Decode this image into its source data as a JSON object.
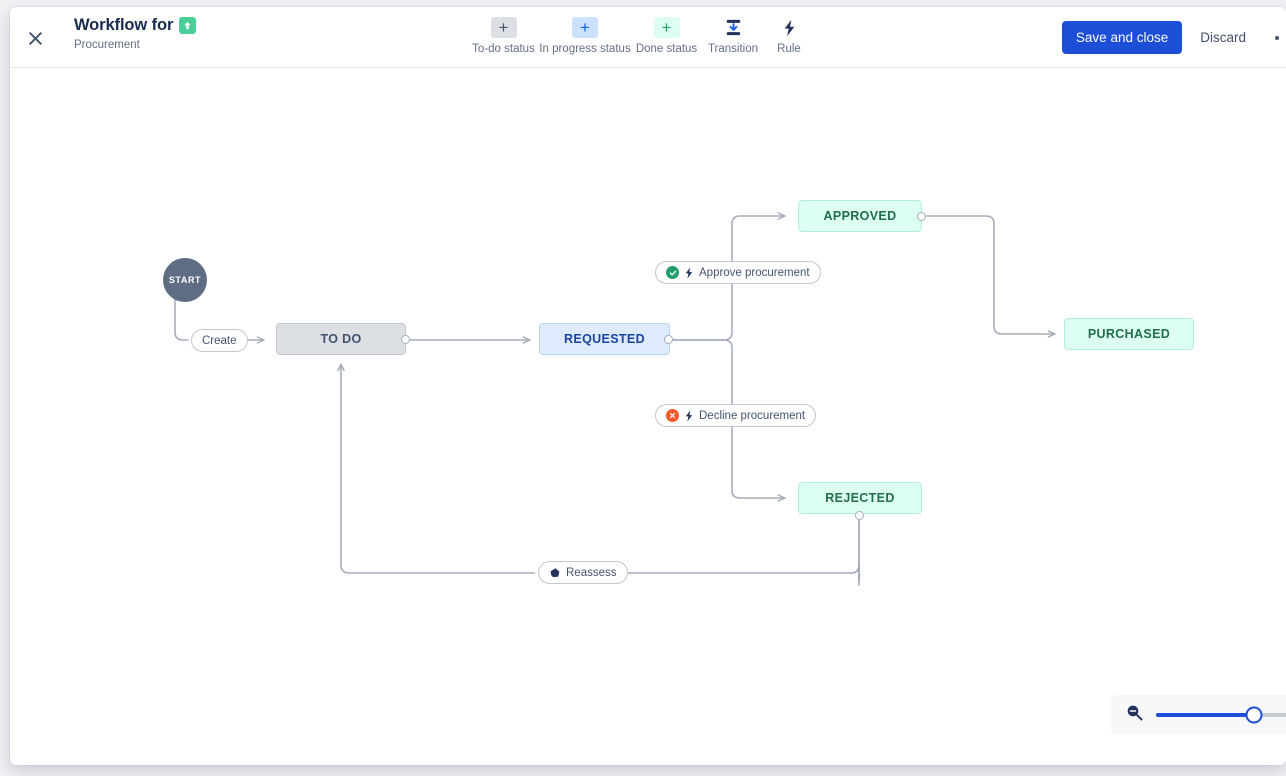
{
  "header": {
    "close_icon": "close-icon",
    "title": "Workflow for",
    "issue_type_icon": "story-up-arrow-icon",
    "subtitle": "Procurement",
    "tools": [
      {
        "label": "To-do status",
        "icon": "plus-icon",
        "style": "todo"
      },
      {
        "label": "In progress status",
        "icon": "plus-icon",
        "style": "inprog"
      },
      {
        "label": "Done status",
        "icon": "plus-icon",
        "style": "done"
      },
      {
        "label": "Transition",
        "icon": "transition-icon",
        "style": "plain"
      },
      {
        "label": "Rule",
        "icon": "lightning-bolt-icon",
        "style": "plain"
      }
    ],
    "save_label": "Save and close",
    "discard_label": "Discard",
    "more_label": "more-options-icon"
  },
  "canvas": {
    "start_label": "START",
    "nodes": [
      {
        "id": "todo",
        "label": "TO DO",
        "category": "todo"
      },
      {
        "id": "requested",
        "label": "REQUESTED",
        "category": "inprogress"
      },
      {
        "id": "approved",
        "label": "APPROVED",
        "category": "done"
      },
      {
        "id": "rejected",
        "label": "REJECTED",
        "category": "done"
      },
      {
        "id": "purchased",
        "label": "PURCHASED",
        "category": "done"
      }
    ],
    "transitions": [
      {
        "id": "create",
        "label": "Create",
        "badge": "none",
        "rule": false
      },
      {
        "id": "approve",
        "label": "Approve procurement",
        "badge": "approve",
        "rule": true
      },
      {
        "id": "decline",
        "label": "Decline procurement",
        "badge": "decline",
        "rule": true
      },
      {
        "id": "reassess",
        "label": "Reassess",
        "badge": "none",
        "rule": false,
        "icon": "reassess-marker-icon"
      }
    ]
  },
  "zoom": {
    "zoom_out_icon": "zoom-out-icon",
    "value_percent": 70
  },
  "colors": {
    "primary": "#1d4ed8",
    "todo": "#dcdfe4",
    "inprogress": "#deebff",
    "done": "#dcfff1",
    "start": "#5e6c84",
    "approve_badge": "#22a06b",
    "decline_badge": "#f15b2a",
    "edge": "#a5adba"
  }
}
